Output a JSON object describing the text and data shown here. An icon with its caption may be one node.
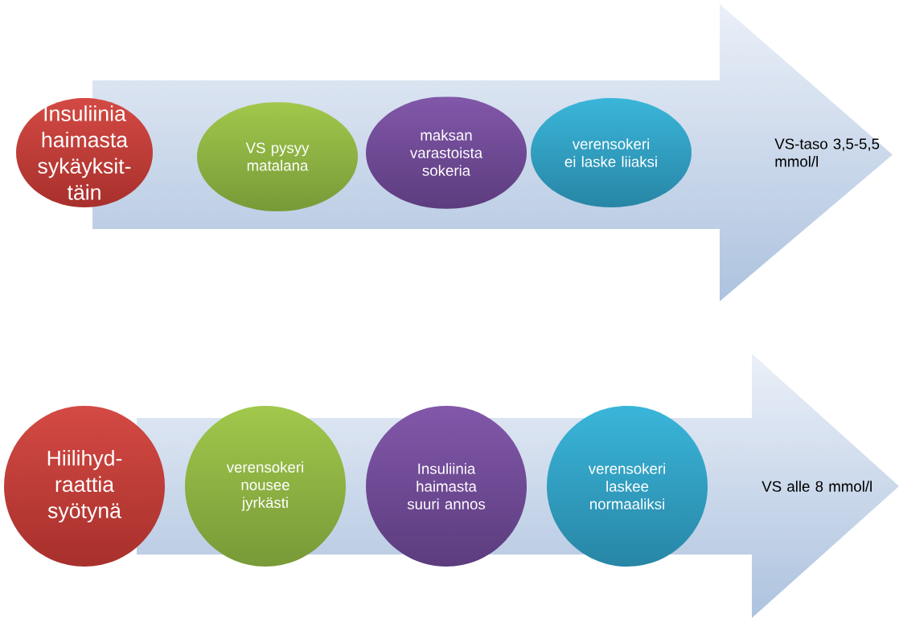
{
  "diagram": {
    "nodes": [
      {
        "text": [
          "VS-taso 3,5-5,5 mmol/l"
        ]
      },
      {
        "text": [
          "Insuliinia haimasta sykäyksit-täin"
        ]
      },
      {
        "text": [
          "VS pysyy matalana"
        ]
      },
      {
        "text": [
          "maksan varastoista sokeria"
        ]
      },
      {
        "text": [
          "verensokeri ei laske liiaksi"
        ]
      },
      {
        "text": [
          "VS alle 8 mmol/l"
        ]
      },
      {
        "text": [
          "Hiilihyd-raattia syötynä"
        ]
      },
      {
        "text": [
          "verensokeri nousee jyrkästi"
        ]
      },
      {
        "text": [
          "Insuliinia haimasta suuri annos"
        ]
      },
      {
        "text": [
          "verensokeri laskee normaaliksi"
        ]
      }
    ]
  }
}
